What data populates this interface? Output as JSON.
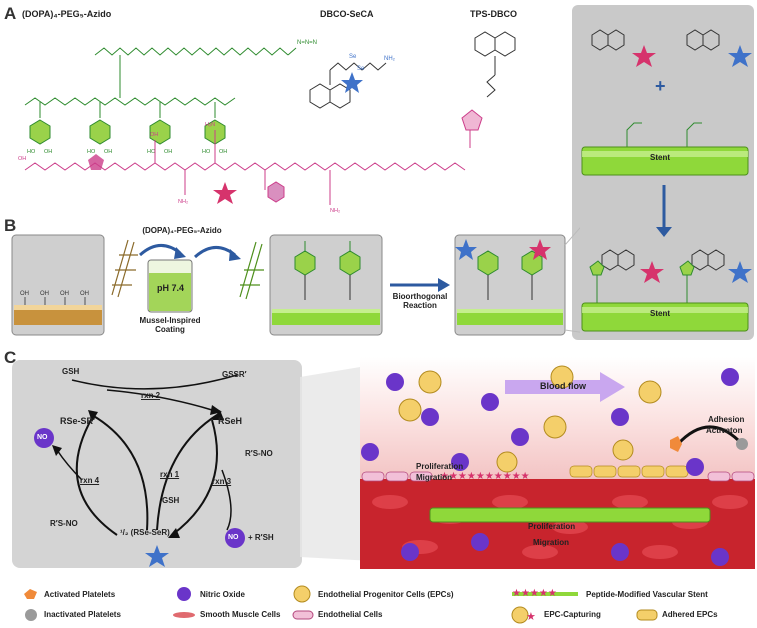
{
  "panels": {
    "a": "A",
    "b": "B",
    "c": "C"
  },
  "panel_a": {
    "mol1": "(DOPA)₄-PEG₅-Azido",
    "mol2": "DBCO-SeCA",
    "mol3": "TPS-DBCO"
  },
  "panel_a_right": {
    "plus": "+",
    "stent_top": "Stent",
    "stent_bottom": "Stent"
  },
  "panel_b": {
    "reagent": "(DOPA)₄-PEG₅-Azido",
    "ph": "pH 7.4",
    "coating": "Mussel-Inspired Coating",
    "reaction": "Bioorthogonal Reaction"
  },
  "panel_c_cycle": {
    "gsh_top": "GSH",
    "gssr": "GSSR′",
    "rxn2": "rxn 2",
    "rse_sr": "RSe-SR′",
    "rseh": "RSeH",
    "rxn1": "rxn 1",
    "gsh_mid": "GSH",
    "rsno_right": "R′S-NO",
    "rxn3": "rxn 3",
    "rxn4": "rxn 4",
    "rsno_left": "R′S-NO",
    "diselenide": "¹/₂ (RSe-SeR)",
    "no": "NO",
    "plus_rsh": "+  R′SH"
  },
  "panel_c_vessel": {
    "blood_flow": "Blood flow",
    "adhesion": "Adhesion",
    "activation": "Activaton",
    "proliferation_up": "Proliferation",
    "migration_up": "Migration",
    "proliferation_down": "Proliferation",
    "migration_down": "Migration",
    "no": "NO"
  },
  "legend": [
    {
      "label": "Activated Platelets",
      "icon": "activated-platelet-icon"
    },
    {
      "label": "Nitric Oxide",
      "icon": "nitric-oxide-icon"
    },
    {
      "label": "Endothelial Progenitor Cells (EPCs)",
      "icon": "epc-icon"
    },
    {
      "label": "Peptide-Modified Vascular Stent",
      "icon": "peptide-stent-icon"
    },
    {
      "label": "Inactivated Platelets",
      "icon": "inactivated-platelet-icon"
    },
    {
      "label": "Smooth Muscle Cells",
      "icon": "smooth-muscle-cell-icon"
    },
    {
      "label": "Endothelial Cells",
      "icon": "endothelial-cell-icon"
    },
    {
      "label": "EPC-Capturing",
      "icon": "epc-capturing-icon"
    },
    {
      "label": "Adhered EPCs",
      "icon": "adhered-epc-icon"
    }
  ],
  "colors": {
    "peptide": "#cc3d8a",
    "dopa": "#2e8b2e",
    "dopa_ring": "#9ad24a",
    "stent_green": "#7ed321",
    "star_magenta": "#d6336c",
    "star_blue": "#3f72c9",
    "no_purple": "#6a35c9",
    "panel_gray": "#c9c9c9",
    "vessel_red": "#c8242d"
  }
}
